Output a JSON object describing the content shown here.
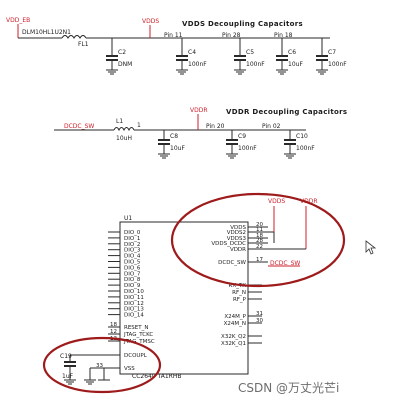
{
  "schematic": {
    "vdds_section": {
      "net_in": "VDD_EB",
      "inductor_ref": "DLM10HL1U2N1",
      "inductor_ref2": "FL1",
      "node": "VDDS",
      "title": "VDDS Decoupling Capacitors",
      "pins": [
        "Pin 11",
        "Pin 28",
        "Pin 18"
      ],
      "caps": [
        {
          "ref": "C2",
          "value": "DNM"
        },
        {
          "ref": "C4",
          "value": "100nF"
        },
        {
          "ref": "C5",
          "value": "100nF"
        },
        {
          "ref": "C6",
          "value": "10uF"
        },
        {
          "ref": "C7",
          "value": "100nF"
        }
      ]
    },
    "vddr_section": {
      "net_in": "DCDC_SW",
      "inductor_ref": "L1",
      "inductor_value": "10uH",
      "pin_label": "1",
      "node": "VDDR",
      "title": "VDDR Decoupling Capacitors",
      "pins": [
        "Pin 20",
        "Pin 02"
      ],
      "caps": [
        {
          "ref": "C8",
          "value": "10uF"
        },
        {
          "ref": "C9",
          "value": "100nF"
        },
        {
          "ref": "C10",
          "value": "100nF"
        }
      ]
    },
    "mcu": {
      "ref": "U1",
      "part": "CC2640 TA1RHB",
      "dio_left": [
        "DIO_0",
        "DIO_1",
        "DIO_2",
        "DIO_3",
        "DIO_4",
        "DIO_5",
        "DIO_6",
        "DIO_7",
        "DIO_8",
        "DIO_9",
        "DIO_10",
        "DIO_11",
        "DIO_12",
        "DIO_13",
        "DIO_14"
      ],
      "left_pin_numbers": [
        "18",
        "12",
        "13"
      ],
      "left_lower": [
        "RESET_N",
        "JTAG_TCKC",
        "JTAG_TMSC",
        "DCOUPL",
        "VSS"
      ],
      "right_power": [
        {
          "num": "20",
          "name": "VDDS"
        },
        {
          "num": "11",
          "name": "VDDS2"
        },
        {
          "num": "18",
          "name": "VDDS3"
        },
        {
          "num": "28",
          "name": "VDDS_DCDC"
        },
        {
          "num": "22",
          "name": "VDDR"
        },
        {
          "num": "17",
          "name": "DCDC_SW"
        }
      ],
      "right_rf": [
        "RX_TX",
        "RF_N",
        "RF_P"
      ],
      "right_xtal": [
        {
          "num": "31",
          "name": "X24M_P"
        },
        {
          "num": "30",
          "name": "X24M_N"
        },
        {
          "num": "",
          "name": "X32K_Q2"
        },
        {
          "num": "",
          "name": "X32K_Q1"
        }
      ],
      "power_nets": [
        "VDDS",
        "VDDR"
      ],
      "dcdc_net": "DCDC_SW"
    },
    "decoupl": {
      "cap_ref": "C19",
      "cap_value": "1uF",
      "pin_num": "33"
    }
  },
  "watermark": "CSDN @万丈光芒i",
  "colors": {
    "wire": "#2a2a2a",
    "net": "#cc1f2a",
    "highlight": "#9e1b1b"
  }
}
